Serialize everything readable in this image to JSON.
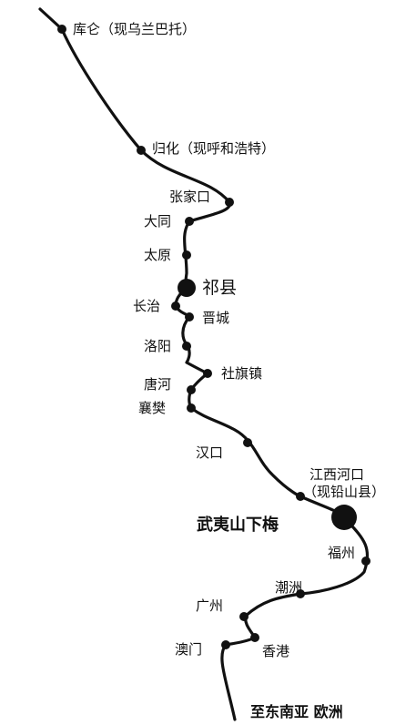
{
  "route": {
    "stops": [
      {
        "id": "kulun",
        "label": "库仑（现乌兰巴托）"
      },
      {
        "id": "guihua",
        "label": "归化（现呼和浩特）"
      },
      {
        "id": "zhangjiakou",
        "label": "张家口"
      },
      {
        "id": "datong",
        "label": "大同"
      },
      {
        "id": "taiyuan",
        "label": "太原"
      },
      {
        "id": "qixian",
        "label": "祁县",
        "major": true
      },
      {
        "id": "changzhi",
        "label": "长治"
      },
      {
        "id": "jincheng",
        "label": "晋城"
      },
      {
        "id": "luoyang",
        "label": "洛阳"
      },
      {
        "id": "sheqi",
        "label": "社旗镇"
      },
      {
        "id": "tanghe",
        "label": "唐河"
      },
      {
        "id": "xiangfan",
        "label": "襄樊"
      },
      {
        "id": "hankou",
        "label": "汉口"
      },
      {
        "id": "hekou",
        "label": "江西河口（现铅山县）"
      },
      {
        "id": "xiamei",
        "label": "武夷山下梅",
        "major": true
      },
      {
        "id": "fuzhou",
        "label": "福州"
      },
      {
        "id": "chaozhou",
        "label": "潮洲"
      },
      {
        "id": "guangzhou",
        "label": "广州"
      },
      {
        "id": "xianggang",
        "label": "香港"
      },
      {
        "id": "aomen",
        "label": "澳门"
      }
    ],
    "hekou_line1": "江西河口",
    "hekou_line2": "（现铅山县）"
  },
  "footer": {
    "destination": "至东南亚 欧洲"
  },
  "colors": {
    "line": "#111111",
    "background": "#ffffff"
  }
}
